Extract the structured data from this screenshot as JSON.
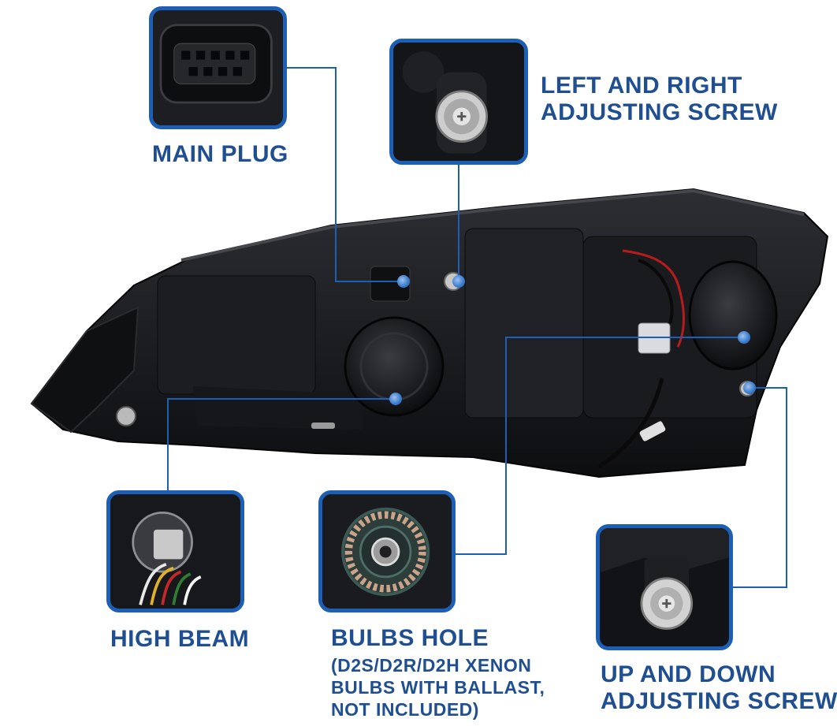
{
  "colors": {
    "accent": "#1f4f91",
    "frame": "#1d5fb4",
    "body": "#151619"
  },
  "labels": {
    "main_plug": "MAIN PLUG",
    "lr_screw": [
      "LEFT AND RIGHT",
      "ADJUSTING SCREW"
    ],
    "high_beam": "HIGH BEAM",
    "bulbs_hole": "BULBS HOLE",
    "bulbs_note": [
      "(D2S/D2R/D2H XENON",
      "BULBS WITH BALLAST,",
      "NOT INCLUDED)"
    ],
    "ud_screw": [
      "UP AND DOWN",
      "ADJUSTING SCREW"
    ]
  }
}
